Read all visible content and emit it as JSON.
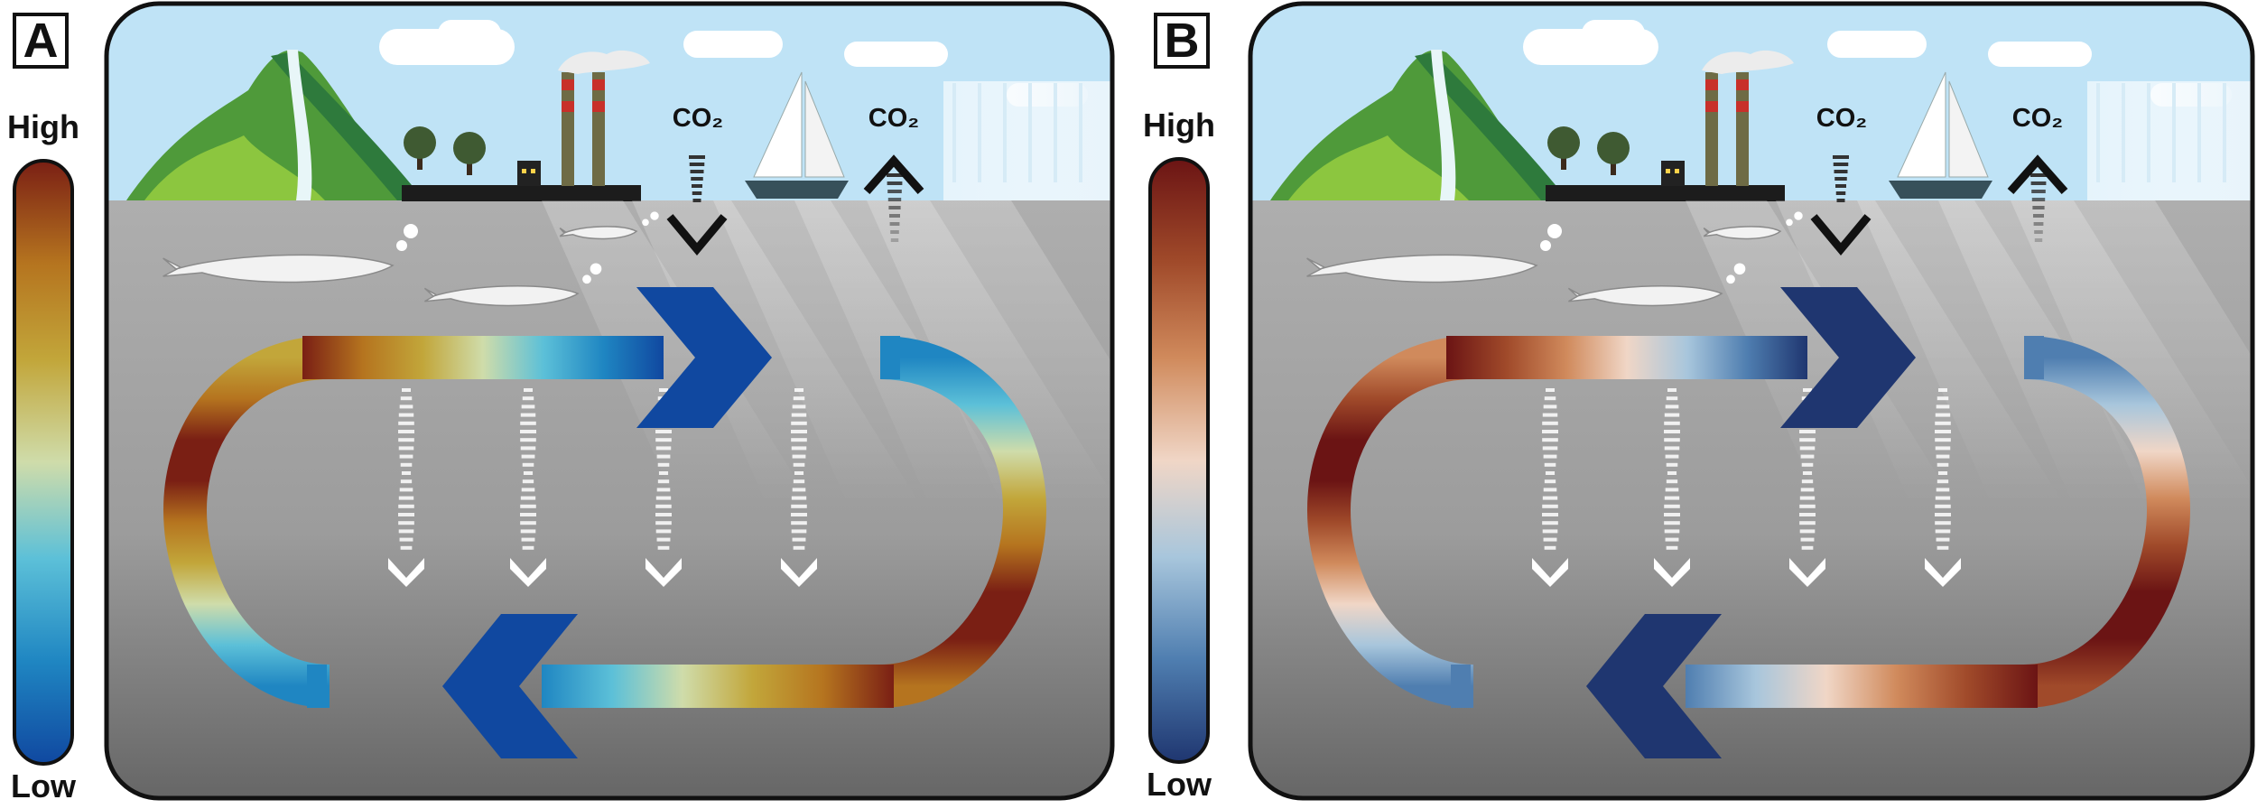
{
  "panels": [
    {
      "label": "A",
      "scale": {
        "high": "High",
        "low": "Low"
      },
      "co2_in": "CO₂",
      "co2_out": "CO₂"
    },
    {
      "label": "B",
      "scale": {
        "high": "High",
        "low": "Low"
      },
      "co2_in": "CO₂",
      "co2_out": "CO₂"
    }
  ],
  "colormaps": {
    "A": [
      "#7a1f14",
      "#b5741f",
      "#c2a63a",
      "#cfdcaa",
      "#5cc0d8",
      "#1f86c2",
      "#1048a0"
    ],
    "B": [
      "#6b1414",
      "#a04a2a",
      "#d08a5c",
      "#f0d6c6",
      "#a8c6dc",
      "#4f7eb0",
      "#1f3670"
    ]
  }
}
